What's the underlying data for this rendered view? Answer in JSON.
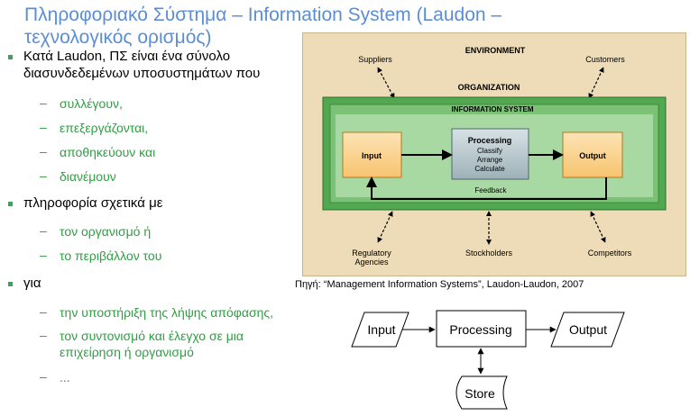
{
  "title": "Πληροφοριακό Σύστημα – Information System (Laudon – τεχνολογικός ορισμός)",
  "bullets": [
    {
      "text": "Κατά Laudon, ΠΣ είναι ένα σύνολο διασυνδεδεμένων υποσυστημάτων που",
      "subs": [
        "συλλέγουν,",
        "επεξεργάζονται,",
        "αποθηκεύουν και",
        "διανέμουν"
      ]
    },
    {
      "text": "πληροφορία σχετικά με",
      "subs": [
        "τον οργανισμό ή",
        "το περιβάλλον του"
      ]
    },
    {
      "text": "για",
      "subs": [
        "την υποστήριξη της λήψης απόφασης,",
        "τον συντονισμό και έλεγχο σε μια επιχείρηση ή οργανισμό",
        "..."
      ]
    }
  ],
  "figure": {
    "environment": "ENVIRONMENT",
    "organization": "ORGANIZATION",
    "information_system": "INFORMATION SYSTEM",
    "suppliers": "Suppliers",
    "customers": "Customers",
    "input": "Input",
    "processing": "Processing",
    "processing_steps": [
      "Classify",
      "Arrange",
      "Calculate"
    ],
    "output": "Output",
    "feedback": "Feedback",
    "regulatory_1": "Regulatory",
    "regulatory_2": "Agencies",
    "stockholders": "Stockholders",
    "competitors": "Competitors"
  },
  "caption": "Πηγή: “Management Information Systems”, Laudon-Laudon, 2007",
  "flow": {
    "input": "Input",
    "processing": "Processing",
    "output": "Output",
    "store": "Store"
  }
}
